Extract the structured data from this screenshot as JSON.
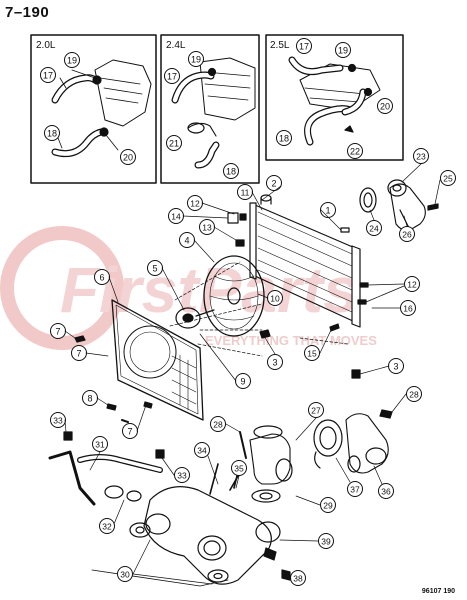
{
  "page_number": "7–190",
  "figure_code": "96107 190",
  "watermark": {
    "brand": "FirstParts",
    "tagline": "EVERYTHING THAT MOVES"
  },
  "insets": [
    {
      "label": "2.0L",
      "callouts": [
        "19",
        "17",
        "18",
        "20"
      ]
    },
    {
      "label": "2.4L",
      "callouts": [
        "19",
        "17",
        "21",
        "18"
      ]
    },
    {
      "label": "2.5L",
      "callouts": [
        "17",
        "19",
        "20",
        "18",
        "22"
      ]
    }
  ],
  "callouts": [
    "1",
    "2",
    "3",
    "3",
    "4",
    "5",
    "6",
    "7",
    "7",
    "8",
    "7",
    "9",
    "10",
    "11",
    "12",
    "12",
    "13",
    "14",
    "15",
    "16",
    "23",
    "24",
    "25",
    "26",
    "27",
    "28",
    "28",
    "29",
    "30",
    "31",
    "32",
    "33",
    "33",
    "34",
    "35",
    "36",
    "37",
    "38",
    "39"
  ]
}
